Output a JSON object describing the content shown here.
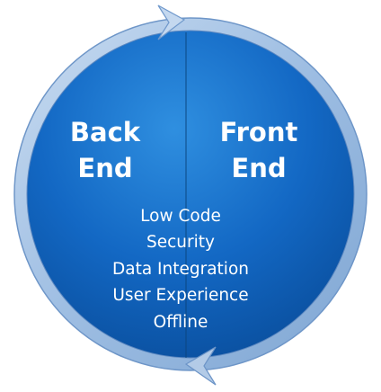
{
  "diagram": {
    "left_half": {
      "line1": "Back",
      "line2": "End"
    },
    "right_half": {
      "line1": "Front",
      "line2": "End"
    },
    "topics": [
      "Low Code",
      "Security",
      "Data Integration",
      "User Experience",
      "Offline"
    ]
  }
}
